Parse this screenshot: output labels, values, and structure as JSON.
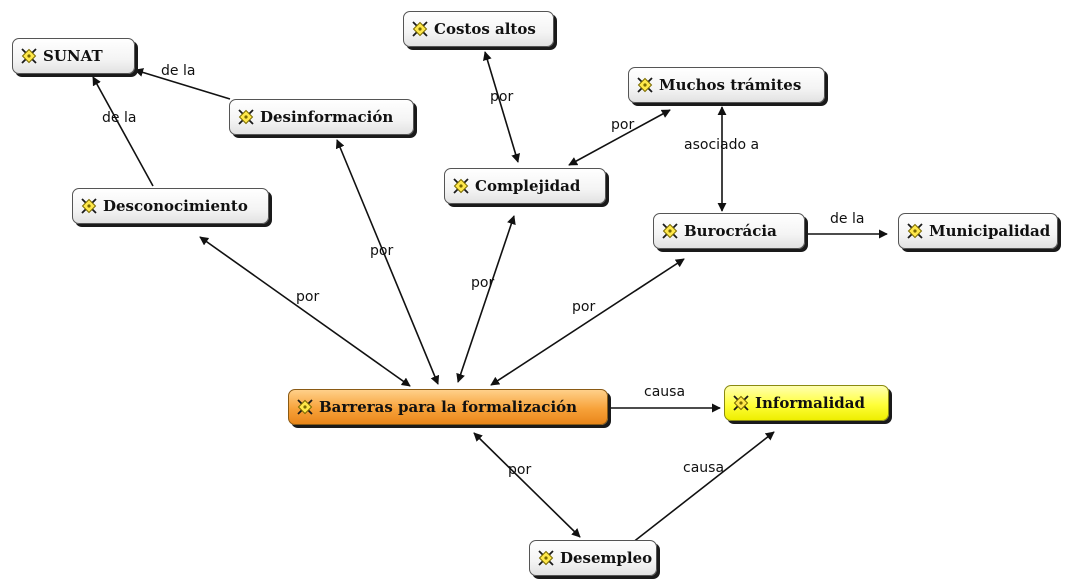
{
  "nodes": {
    "sunat": {
      "label": "SUNAT"
    },
    "costos": {
      "label": "Costos altos"
    },
    "tramites": {
      "label": "Muchos trámites"
    },
    "desinformacion": {
      "label": "Desinformación"
    },
    "complejidad": {
      "label": "Complejidad"
    },
    "desconocimiento": {
      "label": "Desconocimiento"
    },
    "burocracia": {
      "label": "Burocrácia"
    },
    "municipalidad": {
      "label": "Municipalidad"
    },
    "barreras": {
      "label": "Barreras para la formalización"
    },
    "informalidad": {
      "label": "Informalidad"
    },
    "desempleo": {
      "label": "Desempleo"
    }
  },
  "links": {
    "desinformacion_sunat": "de la",
    "desconocimiento_sunat": "de la",
    "costos_complejidad": "por",
    "complejidad_tramites": "por",
    "tramites_burocracia": "asociado a",
    "burocracia_municipalidad": "de la",
    "barreras_desinformacion": "por",
    "barreras_desconocimiento": "por",
    "barreras_complejidad": "por",
    "barreras_burocracia": "por",
    "barreras_informalidad": "causa",
    "barreras_desempleo": "por",
    "desempleo_informalidad": "causa"
  },
  "colors": {
    "main_node": "#f7a23a",
    "effect_node": "#ffff3a",
    "concept_node": "#f4f4f4",
    "line": "#111111"
  },
  "icon": "concept-map-node-icon"
}
